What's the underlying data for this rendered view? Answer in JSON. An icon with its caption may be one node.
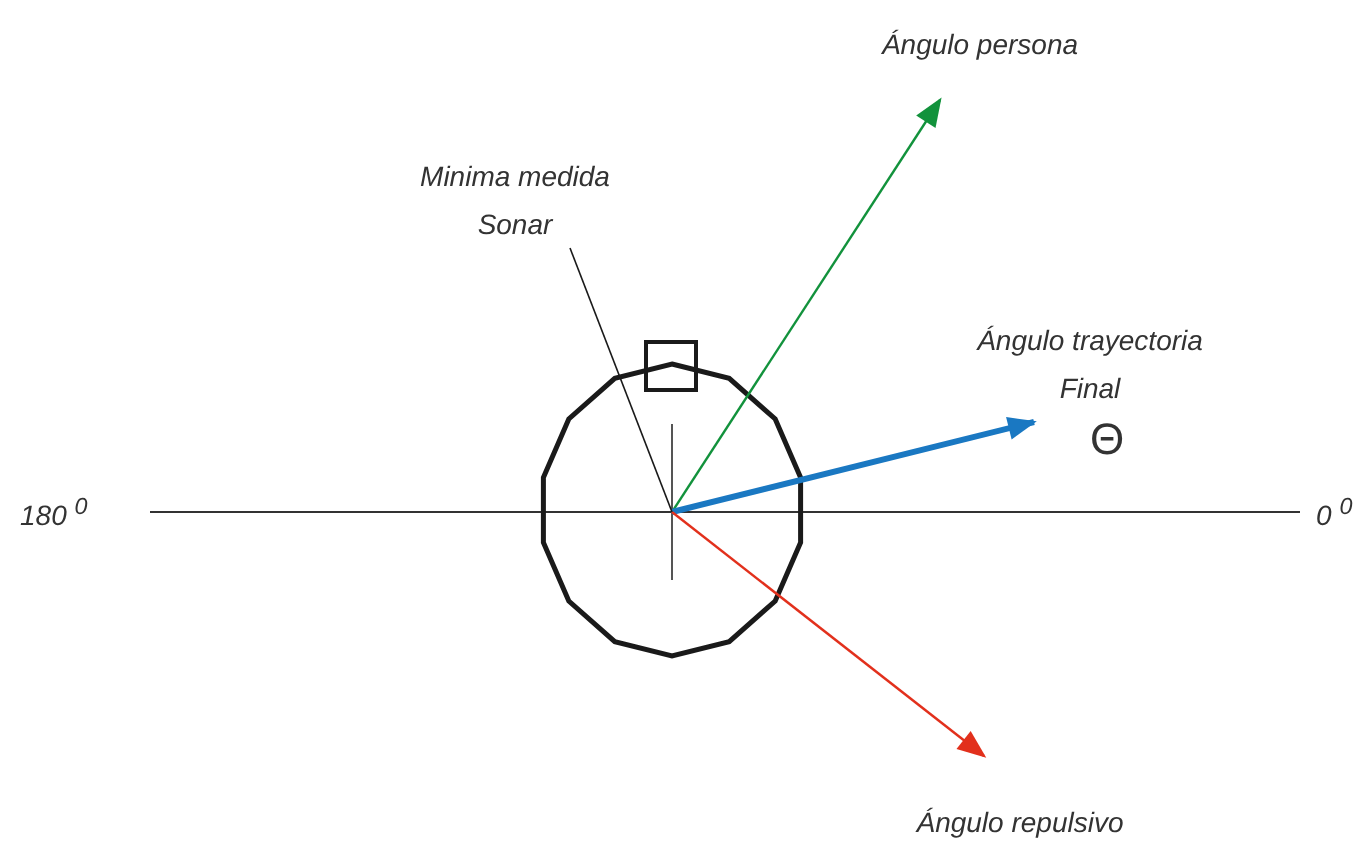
{
  "diagram": {
    "nodes": [
      {
        "text": [],
        "shape": "circle"
      },
      {
        "text": [
          "Ángulo persona"
        ]
      },
      {
        "text": [
          "Ángulo trayectoria Final"
        ]
      },
      {
        "text": [
          "Ángulo repulsivo"
        ]
      },
      {
        "text": [
          "Minima medida Sonar"
        ]
      }
    ],
    "edges": [
      {
        "from": 0,
        "to": 1,
        "arrow": "to",
        "color": "#12923c"
      },
      {
        "from": 0,
        "to": 2,
        "arrow": "to",
        "style": "thick",
        "color": "#1a78c2"
      },
      {
        "from": 0,
        "to": 3,
        "arrow": "to",
        "color": "#e2301c"
      },
      {
        "from": 4,
        "to": 0,
        "arrow": "none",
        "color": "#1a1a1a"
      }
    ],
    "labels": [
      "180 $^{0}$",
      "Θ",
      "0 $^{0}$"
    ]
  }
}
